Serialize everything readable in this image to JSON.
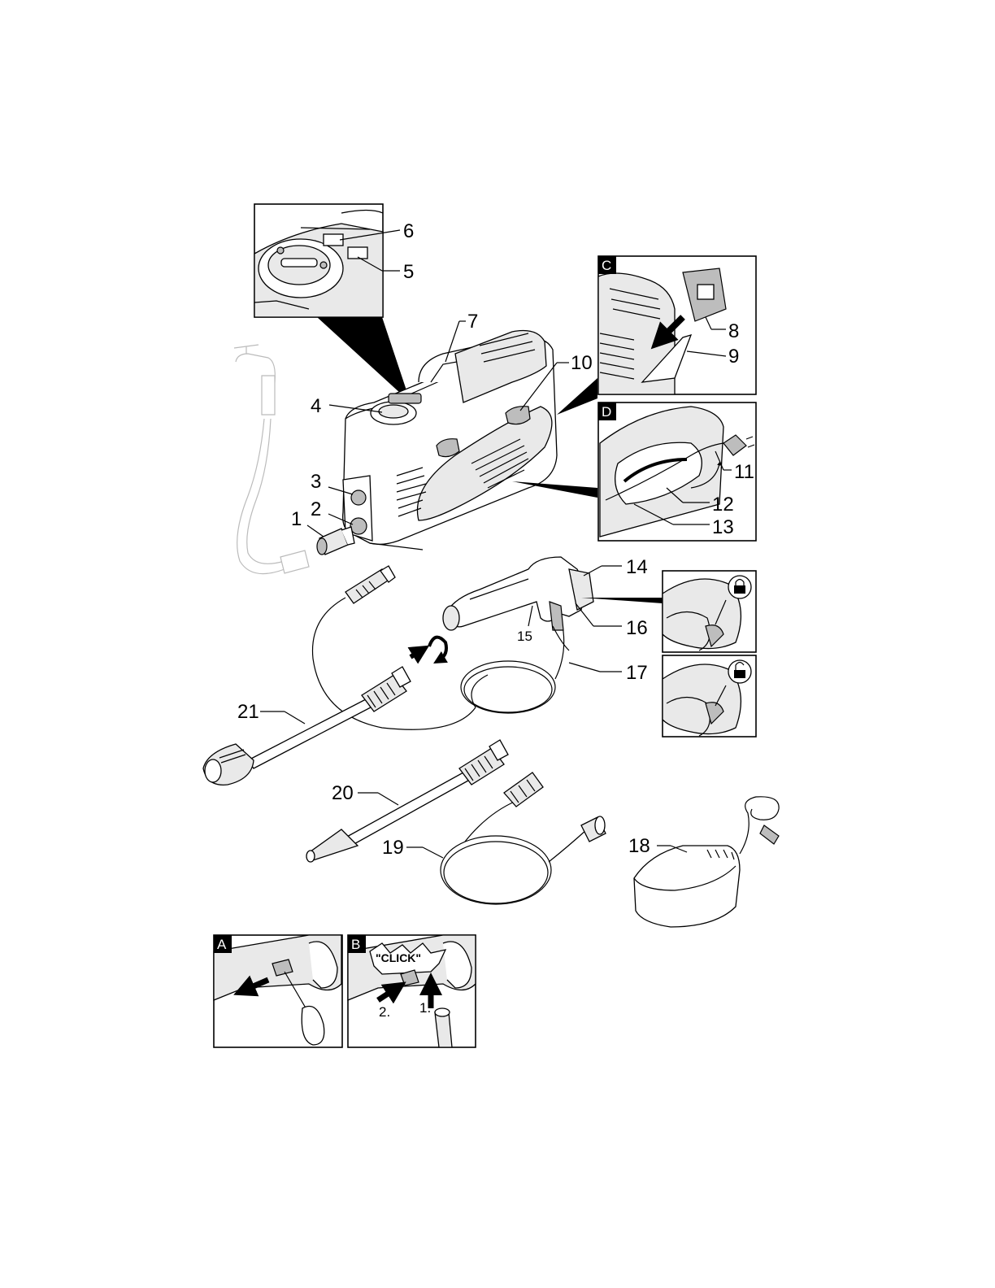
{
  "labels": {
    "n1": "1",
    "n2": "2",
    "n3": "3",
    "n4": "4",
    "n5": "5",
    "n6": "6",
    "n7": "7",
    "n8": "8",
    "n9": "9",
    "n10": "10",
    "n11": "11",
    "n12": "12",
    "n13": "13",
    "n14": "14",
    "n15": "15",
    "n16": "16",
    "n17": "17",
    "n18": "18",
    "n19": "19",
    "n20": "20",
    "n21": "21"
  },
  "insets": {
    "a": "A",
    "b": "B",
    "c": "C",
    "d": "D"
  },
  "steps": {
    "click": "\"CLICK\"",
    "step1": "1.",
    "step2": "2."
  },
  "icons": [
    "lock-closed-icon",
    "lock-open-icon",
    "rotate-arrow-icon",
    "insert-arrow-icon",
    "mains-plug-icon"
  ]
}
